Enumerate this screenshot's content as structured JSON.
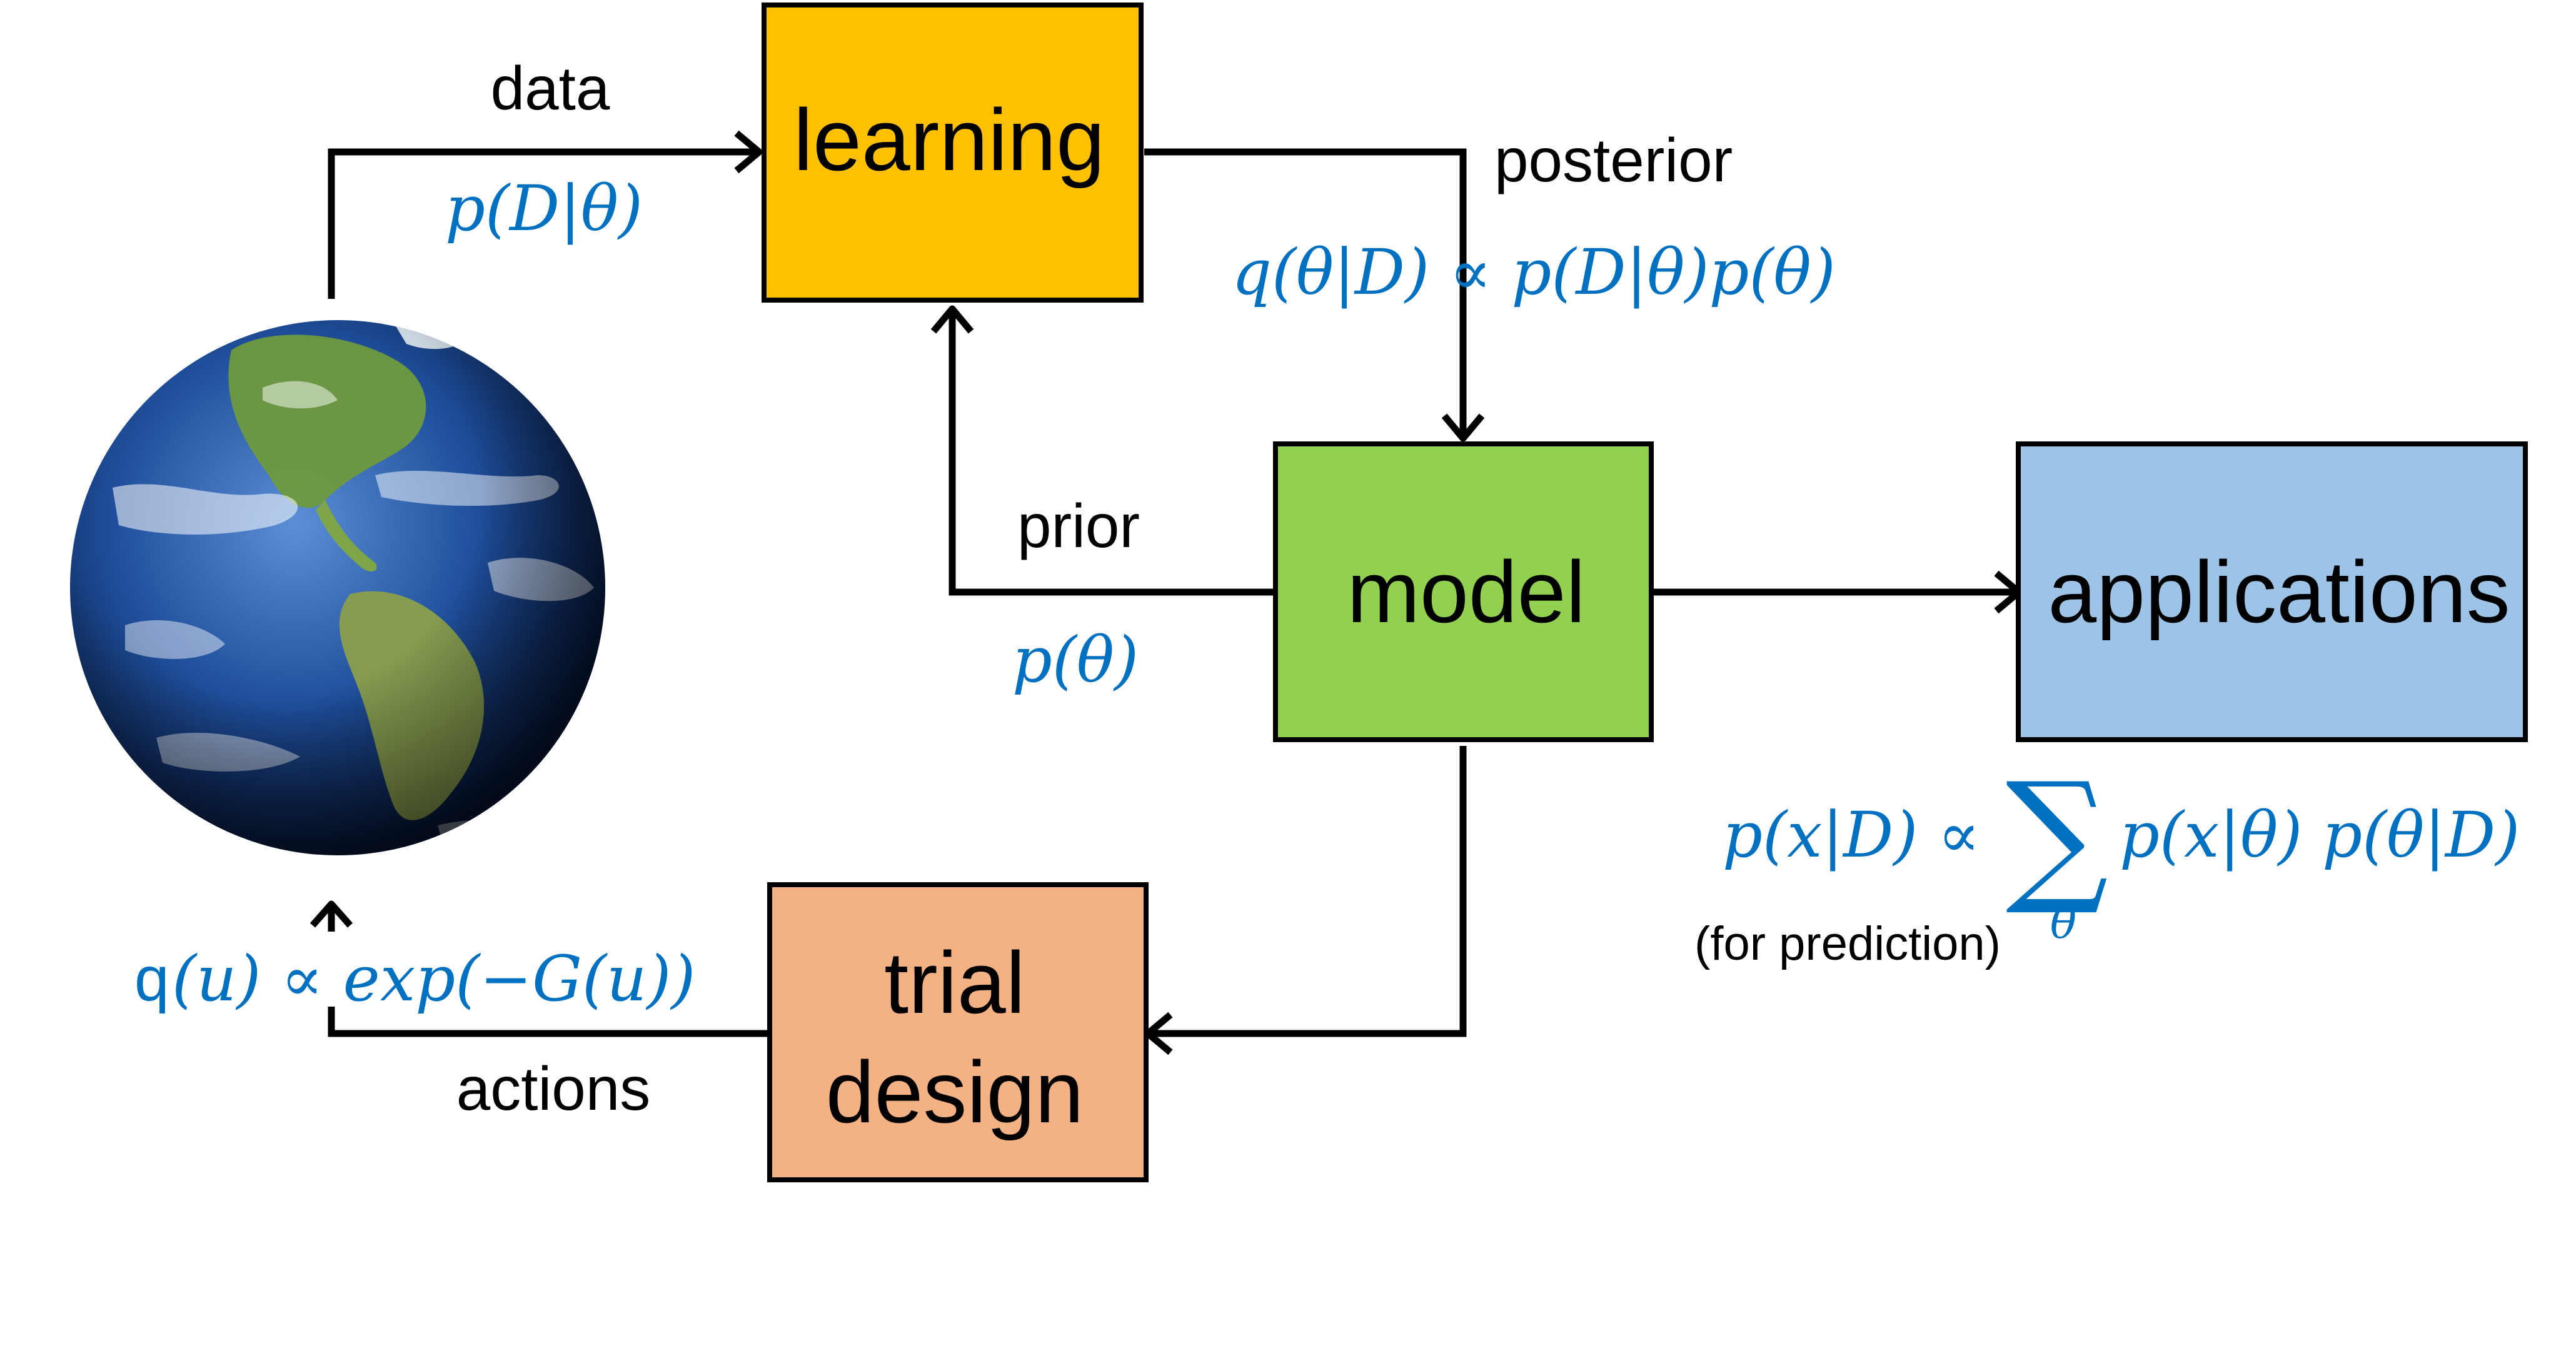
{
  "colors": {
    "learning_fill": "#FFC000",
    "model_fill": "#92D050",
    "applications_fill": "#9DC3E6",
    "trial_design_fill": "#F4B183",
    "math_text": "#0070C0",
    "arrow": "#000000"
  },
  "boxes": {
    "learning": "learning",
    "model": "model",
    "applications": "applications",
    "trial_line1": "trial",
    "trial_line2": "design"
  },
  "labels": {
    "data": "data",
    "posterior": "posterior",
    "prior": "prior",
    "actions": "actions",
    "for_prediction": "(for prediction)"
  },
  "equations": {
    "likelihood": "p(D|θ)",
    "posterior": "q(θ|D) ∝ p(D|θ)p(θ)",
    "prior": "p(θ)",
    "prediction_lhs": "p(x|D) ∝",
    "prediction_sum": "∑",
    "prediction_sub": "θ",
    "prediction_rhs": "p(x|θ) p(θ|D)",
    "action_q": "q",
    "action_rest": "(u) ∝ exp(−G(u))"
  },
  "icons": {
    "world": "earth-globe-icon"
  }
}
